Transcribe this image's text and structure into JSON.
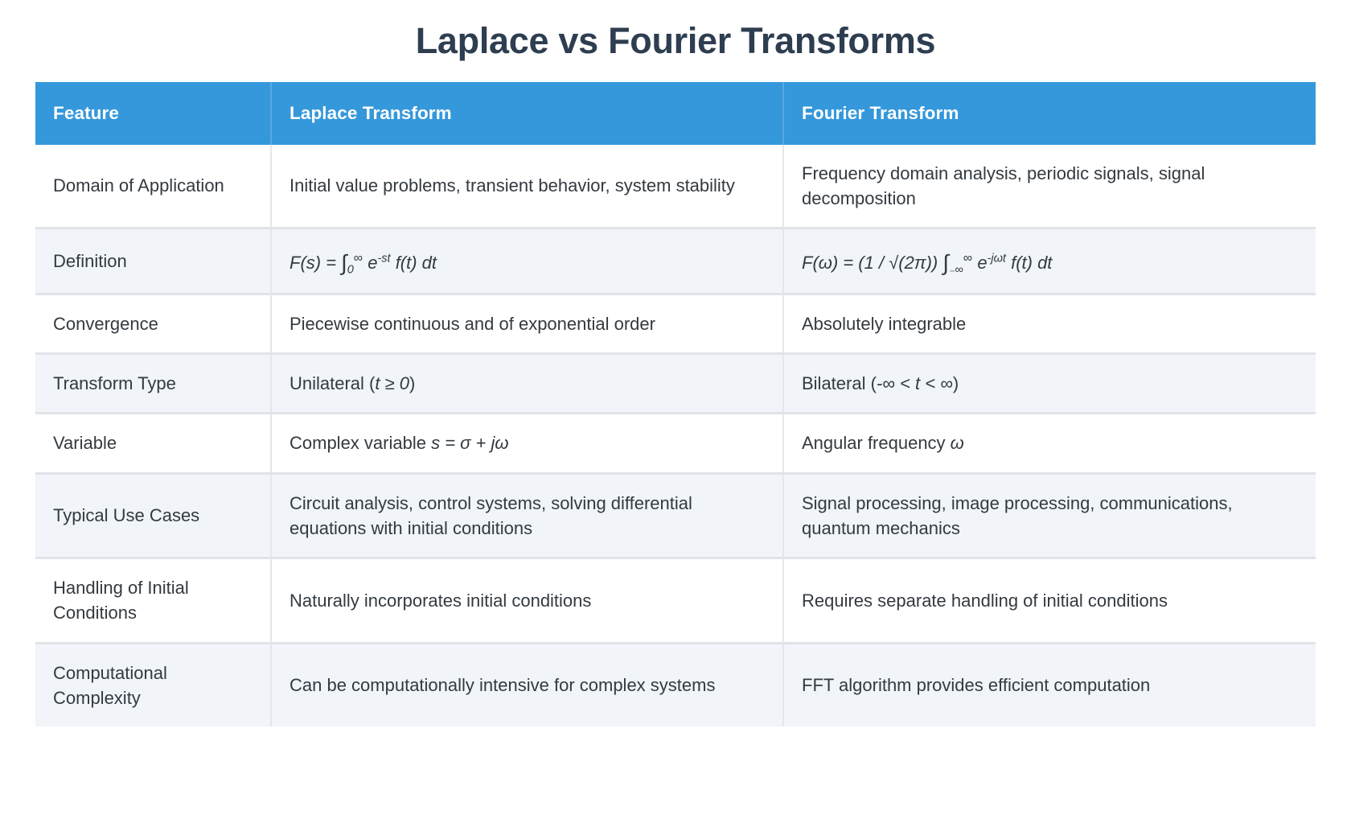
{
  "page": {
    "title": "Laplace vs Fourier Transforms"
  },
  "colors": {
    "header_bg": "#3498db",
    "header_text": "#ffffff",
    "title_text": "#2e3e50",
    "row_alt_bg": "#f1f4f9",
    "row_bg": "#ffffff",
    "border": "#e0e3e7",
    "body_text": "#333a40"
  },
  "table": {
    "columns": [
      {
        "label": "Feature"
      },
      {
        "label": "Laplace Transform"
      },
      {
        "label": "Fourier Transform"
      }
    ],
    "rows": [
      {
        "feature": "Domain of Application",
        "laplace": "Initial value problems, transient behavior, system stability",
        "fourier": "Frequency domain analysis, periodic signals, signal decomposition"
      },
      {
        "feature": "Definition",
        "laplace": "F(s) = ∫₀ ∞ e⁻ˢᵗ f(t) dt",
        "fourier": "F(ω) = (1 / √(2π)) ∫₋∞ ∞ e⁻ʲωᵗ f(t) dt",
        "laplace_parts": {
          "lhs": "F(s) = ",
          "integral": "∫",
          "lower": "0",
          "upper": "∞",
          "body": " e",
          "exponent": "-st",
          "tail": " f(t) dt"
        },
        "fourier_parts": {
          "lhs": "F(ω) = (1 / √(2π)) ",
          "integral": "∫",
          "lower": "₋∞",
          "upper": "∞",
          "body": " e",
          "exponent": "-jωt",
          "tail": " f(t) dt"
        }
      },
      {
        "feature": "Convergence",
        "laplace": "Piecewise continuous and of exponential order",
        "fourier": "Absolutely integrable"
      },
      {
        "feature": "Transform Type",
        "laplace": "Unilateral (t ≥ 0)",
        "fourier": "Bilateral (-∞ < t < ∞)",
        "laplace_parts": {
          "pre": "Unilateral (",
          "math": "t ≥ 0",
          "post": ")"
        },
        "fourier_parts": {
          "pre": "Bilateral (",
          "math": "-∞ < t < ∞",
          "post": ")"
        }
      },
      {
        "feature": "Variable",
        "laplace": "Complex variable s = σ + jω",
        "fourier": "Angular frequency ω",
        "laplace_parts": {
          "pre": "Complex variable ",
          "math": "s = σ + jω",
          "post": ""
        },
        "fourier_parts": {
          "pre": "Angular frequency ",
          "math": "ω",
          "post": ""
        }
      },
      {
        "feature": "Typical Use Cases",
        "laplace": "Circuit analysis, control systems, solving differential equations with initial conditions",
        "fourier": "Signal processing, image processing, communications, quantum mechanics"
      },
      {
        "feature": "Handling of Initial Conditions",
        "laplace": "Naturally incorporates initial conditions",
        "fourier": "Requires separate handling of initial conditions"
      },
      {
        "feature": "Computational Complexity",
        "laplace": "Can be computationally intensive for complex systems",
        "fourier": "FFT algorithm provides efficient computation"
      }
    ]
  }
}
